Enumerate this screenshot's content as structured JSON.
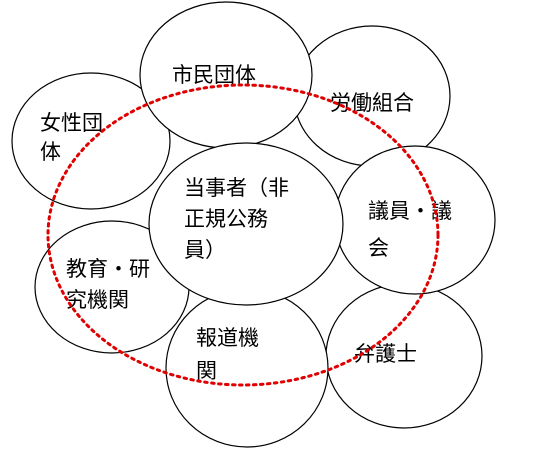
{
  "diagram": {
    "nodes": [
      {
        "id": "shimin",
        "lines": [
          "市民団体"
        ]
      },
      {
        "id": "josei",
        "lines": [
          "女性団",
          "体"
        ]
      },
      {
        "id": "roudou",
        "lines": [
          "労働組合"
        ]
      },
      {
        "id": "touji",
        "lines": [
          "当事者（非",
          "正規公務",
          "員）"
        ]
      },
      {
        "id": "giin",
        "lines": [
          "議員・議",
          "会"
        ]
      },
      {
        "id": "kyouiku",
        "lines": [
          "教育・研",
          "究機関"
        ]
      },
      {
        "id": "houdou",
        "lines": [
          "報道機",
          "関"
        ]
      },
      {
        "id": "bengoshi",
        "lines": [
          "弁護士"
        ]
      }
    ],
    "dotted_ring_color": "#e00000",
    "outline_color": "#000000"
  }
}
